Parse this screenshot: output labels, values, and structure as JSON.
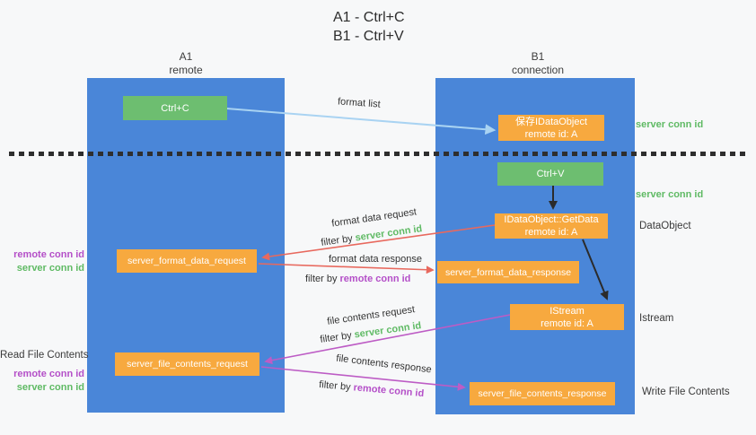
{
  "title": {
    "line1": "A1 - Ctrl+C",
    "line2": "B1 - Ctrl+V"
  },
  "headers": {
    "left1": "A1",
    "left2": "remote",
    "right1": "B1",
    "right2": "connection"
  },
  "boxes": {
    "ctrl_c": "Ctrl+C",
    "ctrl_v": "Ctrl+V",
    "save_obj1": "保存IDataObject",
    "save_obj2": "remote id: A",
    "getdata1": "IDataObject::GetData",
    "getdata2": "remote id: A",
    "istream1": "IStream",
    "istream2": "remote id: A",
    "format_req": "server_format_data_request",
    "format_resp": "server_format_data_response",
    "file_req": "server_file_contents_request",
    "file_resp": "server_file_contents_response"
  },
  "arrow_labels": {
    "format_list": "format list",
    "format_req": "format data request",
    "format_req_filter": "filter by",
    "format_req_filter_key": "server conn id",
    "format_resp": "format data response",
    "format_resp_filter": "filter by",
    "format_resp_filter_key": "remote conn id",
    "file_req": "file contents request",
    "file_req_filter": "filter by",
    "file_req_filter_key": "server conn id",
    "file_resp": "file contents response",
    "file_resp_filter": "filter by",
    "file_resp_filter_key": "remote conn id"
  },
  "side_labels": {
    "left_remote_conn": "remote conn id",
    "left_server_conn": "server conn id",
    "read_file": "Read File Contents",
    "left_remote_conn2": "remote conn id",
    "left_server_conn2": "server conn id",
    "right_server_conn_top": "server conn id",
    "right_server_conn_mid": "server conn id",
    "dataobject": "DataObject",
    "istream": "Istream",
    "write_file": "Write File Contents"
  },
  "colors": {
    "bg": "#f7f8f9",
    "column_blue": "#4a86d8",
    "box_green": "#6dbe70",
    "box_orange": "#f7a93f",
    "text_green": "#5fba64",
    "text_purple": "#b44fc8",
    "arrow_red": "#e8695e",
    "arrow_magenta": "#bd5cc5",
    "arrow_blue": "#a9d3f2",
    "arrow_black": "#2b2b2b"
  }
}
